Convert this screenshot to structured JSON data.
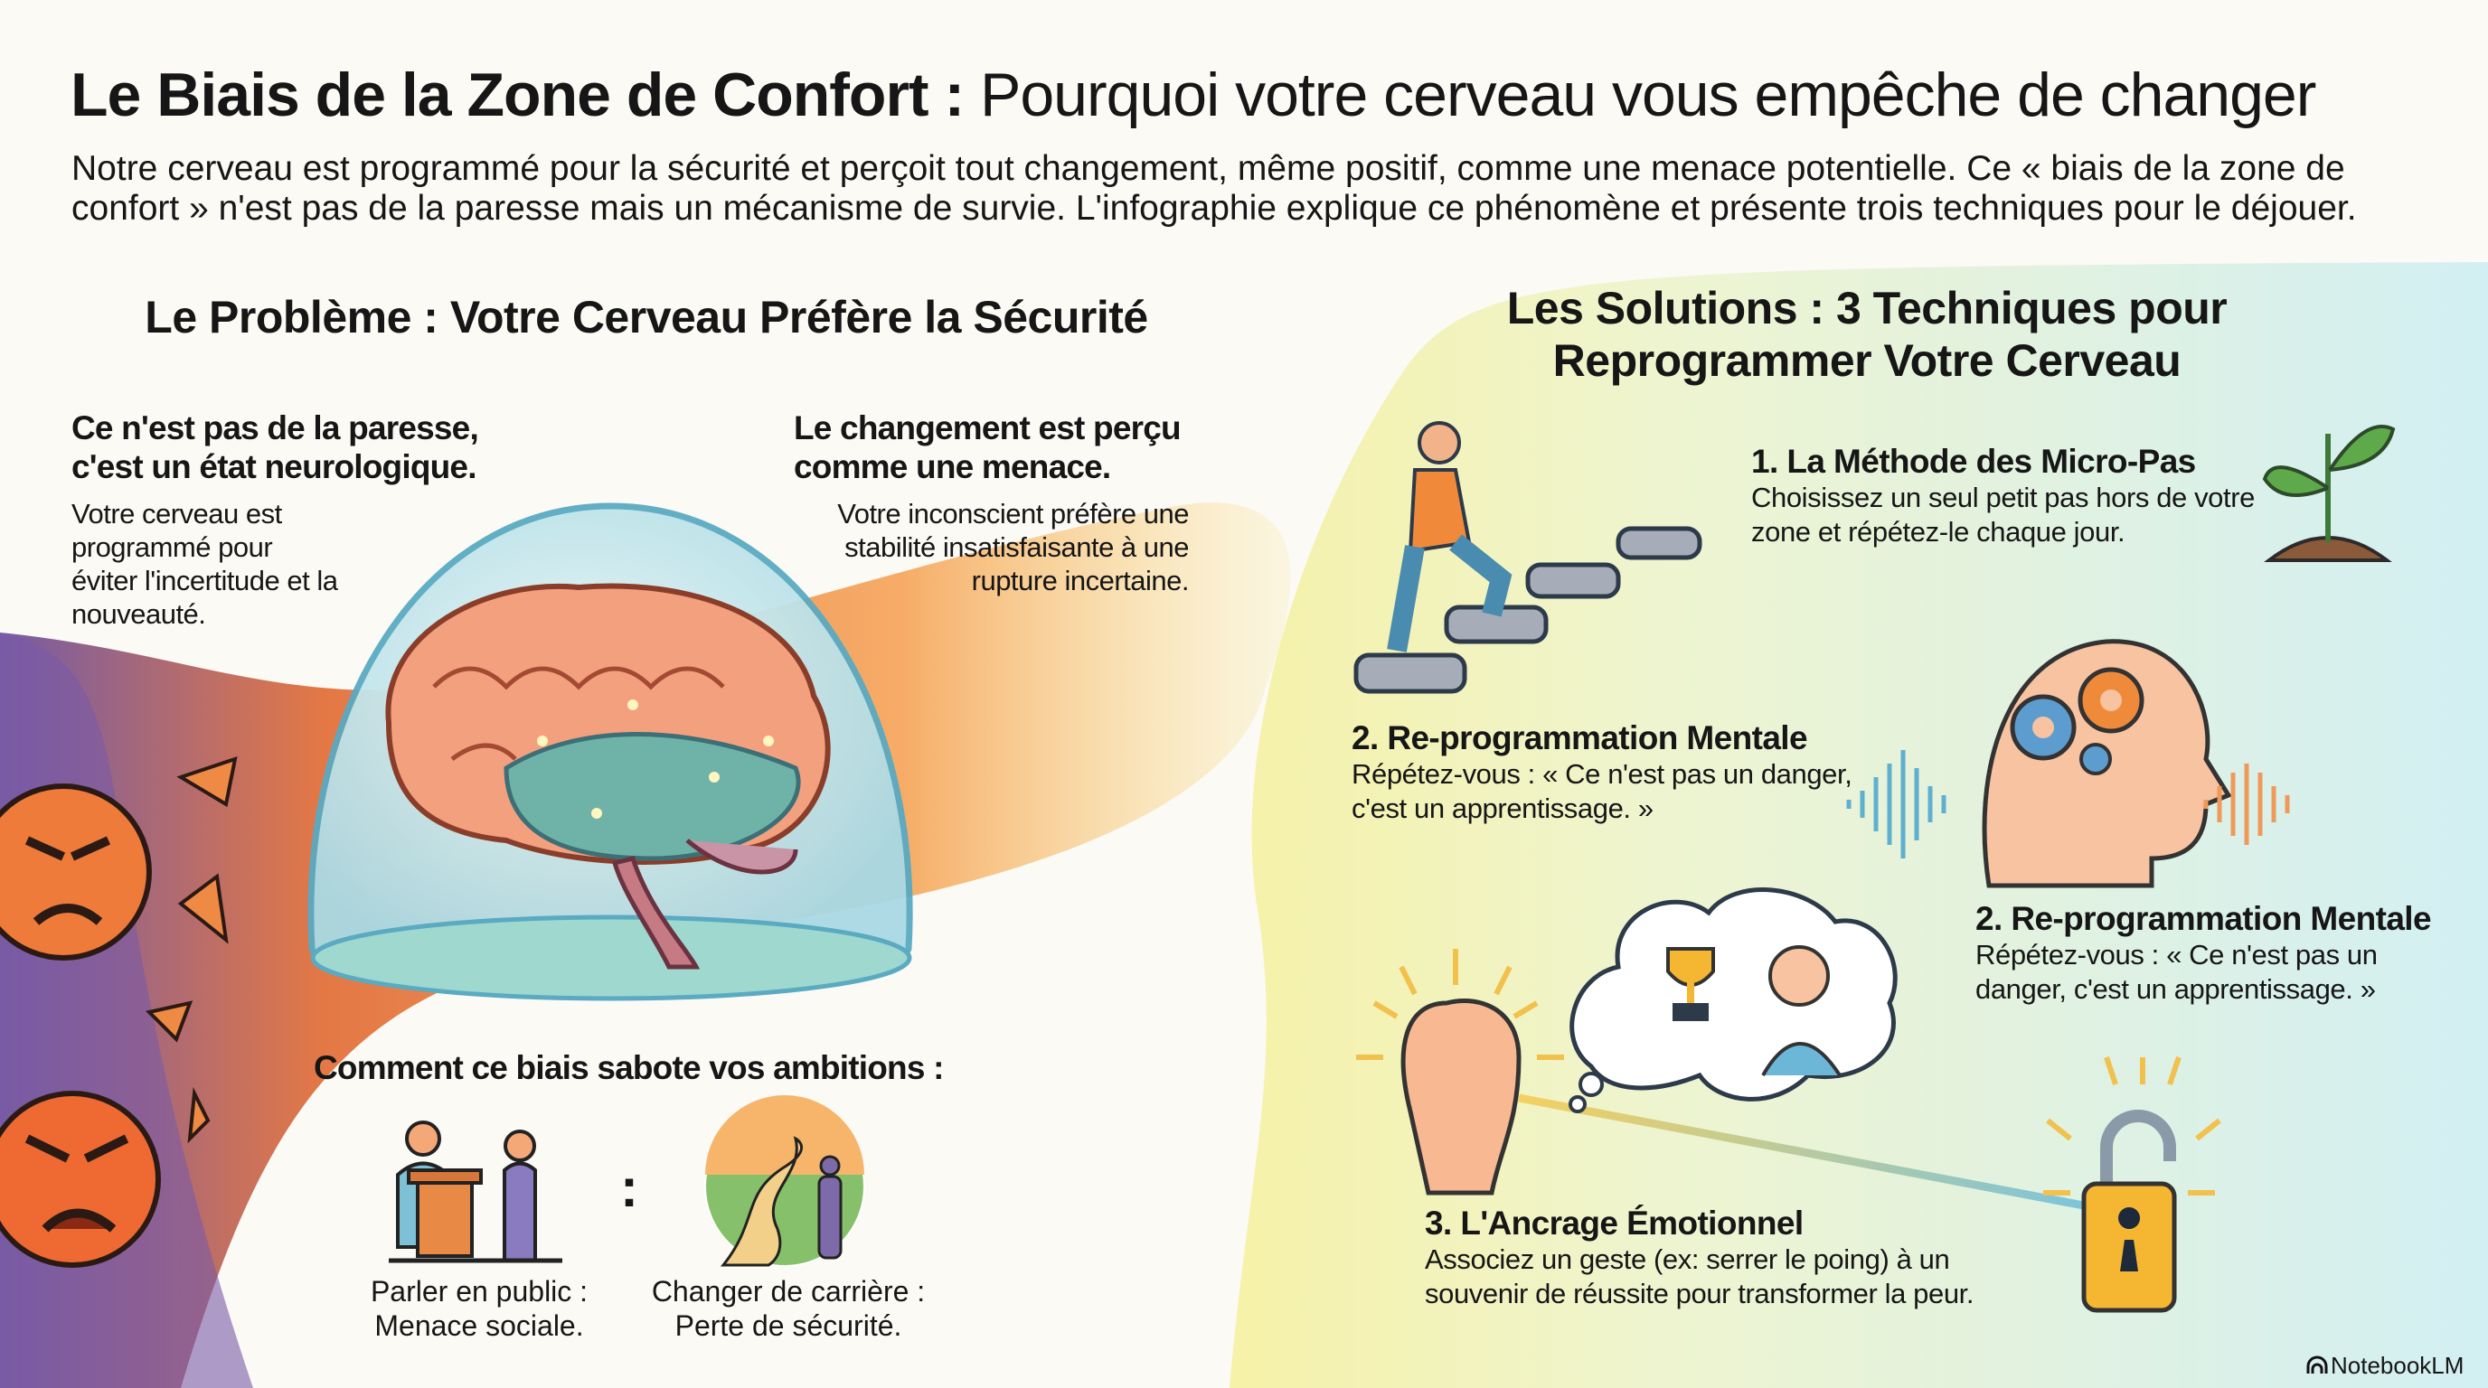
{
  "title": {
    "bold": "Le Biais de la Zone de Confort :",
    "rest": " Pourquoi votre cerveau vous empêche de changer"
  },
  "intro": "Notre cerveau est programmé pour la sécurité et perçoit tout changement, même positif, comme une menace potentielle. Ce « biais de la zone de confort » n'est pas de la paresse mais un mécanisme de survie. L'infographie explique ce phénomène et présente trois techniques pour le déjouer.",
  "problem": {
    "heading": "Le Problème : Votre Cerveau Préfère la Sécurité",
    "left": {
      "headline": "Ce n'est pas de la paresse, c'est un état neurologique.",
      "body": "Votre cerveau est programmé pour éviter l'incertitude et la nouveauté."
    },
    "right": {
      "headline": "Le changement est perçu comme une menace.",
      "body": "Votre inconscient préfère une stabilité insatisfaisante à une rupture incertaine."
    },
    "sabotage": {
      "heading": "Comment ce biais sabote vos ambitions :",
      "separator": ":",
      "items": [
        {
          "line1": "Parler en public :",
          "line2": "Menace sociale.",
          "icon": "podium-icon"
        },
        {
          "line1": "Changer de carrière :",
          "line2": "Perte de sécurité.",
          "icon": "path-icon"
        }
      ]
    }
  },
  "solutions": {
    "heading_line1": "Les Solutions : 3 Techniques pour",
    "heading_line2": "Reprogrammer Votre Cerveau",
    "items": [
      {
        "title": "1. La Méthode des Micro-Pas",
        "body": "Choisissez un seul petit pas hors de votre zone et répétez-le chaque jour."
      },
      {
        "title": "2. Re-programmation Mentale",
        "body": "Répétez-vous : « Ce n'est pas un danger, c'est un apprentissage. »"
      },
      {
        "title": "2. Re-programmation Mentale",
        "body": "Répétez-vous : « Ce n'est pas un danger, c'est un apprentissage. »"
      },
      {
        "title": "3. L'Ancrage Émotionnel",
        "body": "Associez un geste (ex: serrer le poing) à un souvenir de réussite pour transformer la peur."
      }
    ]
  },
  "branding": "NotebookLM",
  "colors": {
    "orange": "#f08a3a",
    "purple": "#7a5aa6",
    "yellow": "#f6e98a",
    "cyan": "#d4f0f2",
    "gold": "#f5b731"
  }
}
